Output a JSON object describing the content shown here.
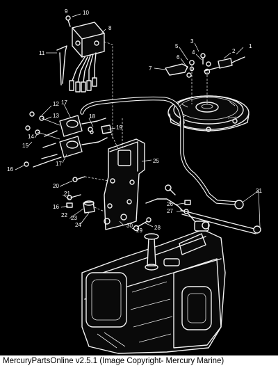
{
  "diagram": {
    "callouts": [
      "1",
      "2",
      "3",
      "4",
      "5",
      "6",
      "7",
      "8",
      "9",
      "10",
      "11",
      "12",
      "13",
      "14",
      "15",
      "16",
      "17",
      "18",
      "19",
      "20",
      "21",
      "22",
      "23",
      "24",
      "25",
      "26",
      "27",
      "28",
      "29",
      "30",
      "31",
      "16",
      "17"
    ]
  },
  "footer": {
    "text": "MercuryPartsOnline v2.5.1 (Image Copyright- Mercury Marine)"
  }
}
